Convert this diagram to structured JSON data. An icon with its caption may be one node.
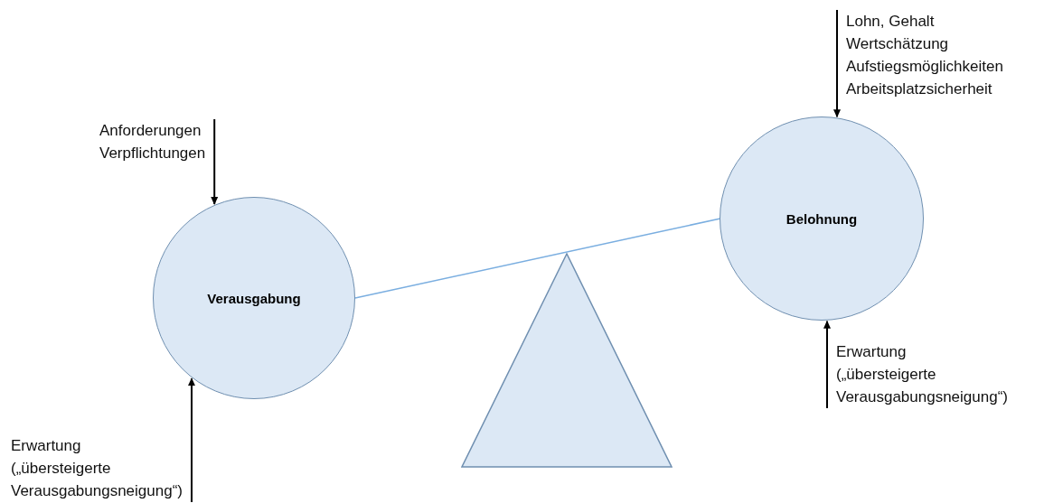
{
  "diagram": {
    "nodes": [
      {
        "text": [
          "Anforderungen",
          "Verpflichtungen"
        ]
      },
      {
        "text": [
          "Lohn, Gehalt",
          "Wertschätzung",
          "Aufstiegsmöglichkeiten",
          "Arbeitsplatzsicherheit"
        ]
      },
      {
        "text": [
          "Belohnung"
        ]
      },
      {
        "text": [
          "Verausgabung"
        ]
      },
      {
        "text": [
          "Erwartung („übersteigerte Verausgabungsneigung“)"
        ]
      },
      {
        "text": [],
        "shape": "triangle"
      },
      {
        "text": [
          "Erwartung („übersteigerte Verausgabungsneigung“)"
        ]
      }
    ],
    "edges": [
      {
        "from": 0,
        "to": 3,
        "arrow": "to"
      },
      {
        "from": 1,
        "to": 2,
        "arrow": "to"
      },
      {
        "from": 3,
        "to": 2,
        "arrow": "none",
        "color": "#7aaee0"
      },
      {
        "from": 4,
        "to": 2,
        "arrow": "to"
      },
      {
        "from": 6,
        "to": 3,
        "arrow": "to"
      }
    ]
  }
}
